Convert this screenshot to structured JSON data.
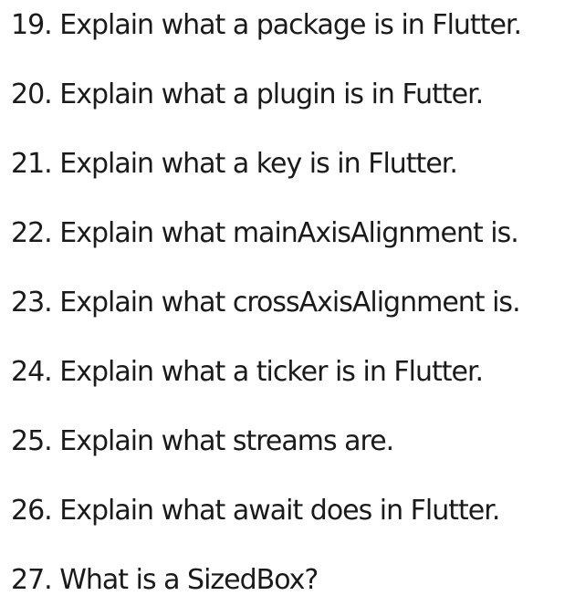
{
  "questions": [
    "19. Explain what a package is in Flutter.",
    "20. Explain what a plugin is in Futter.",
    "21. Explain what a key is in Flutter.",
    "22. Explain what mainAxisAlignment is.",
    "23. Explain what crossAxisAlignment is.",
    "24. Explain what a ticker is in Flutter.",
    "25. Explain what streams are.",
    "26. Explain what await does in Flutter.",
    "27. What is a SizedBox?"
  ]
}
